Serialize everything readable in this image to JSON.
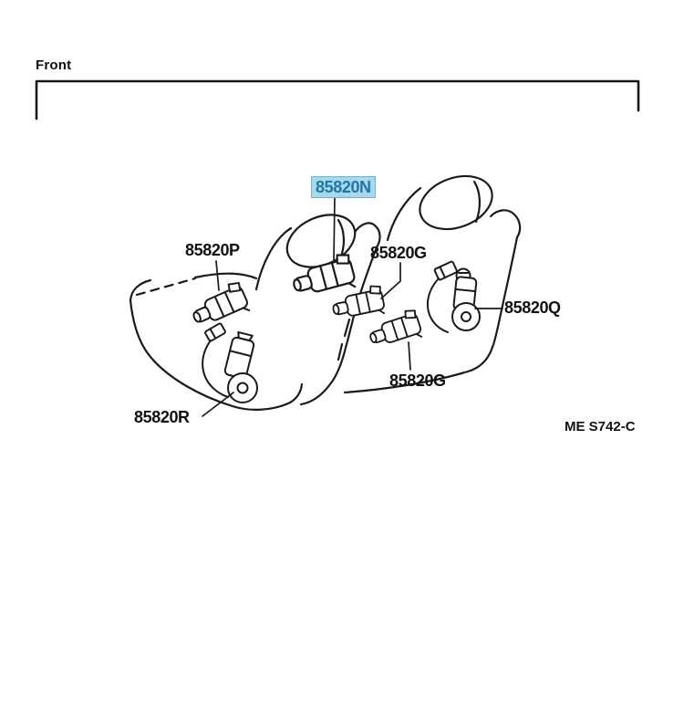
{
  "front_label": "Front",
  "diagram_code": "ME S742-C",
  "parts": [
    {
      "id": "85820P",
      "highlighted": false
    },
    {
      "id": "85820N",
      "highlighted": true
    },
    {
      "id": "85820G",
      "highlighted": false
    },
    {
      "id": "85820Q",
      "highlighted": false
    },
    {
      "id": "85820G",
      "highlighted": false
    },
    {
      "id": "85820R",
      "highlighted": false
    }
  ],
  "colors": {
    "background": "#ffffff",
    "line": "#1a1a1a",
    "highlight_bg": "#a8d9ea",
    "highlight_border": "#6fb4d2",
    "highlight_text": "#1f76a6"
  }
}
